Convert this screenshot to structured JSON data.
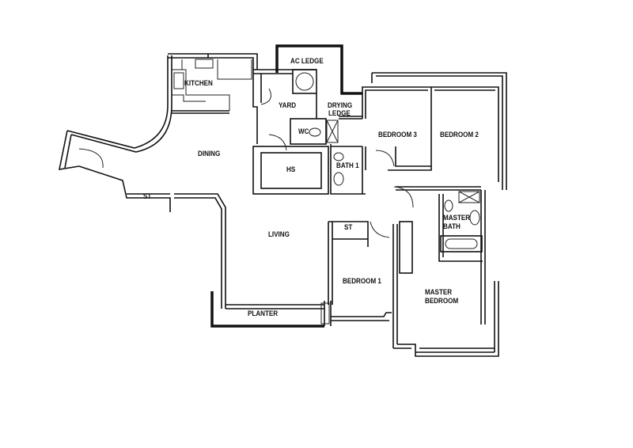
{
  "plan": {
    "rooms": {
      "ac_ledge": "AC LEDGE",
      "kitchen": "KITCHEN",
      "yard": "YARD",
      "drying_ledge_1": "DRYING",
      "drying_ledge_2": "LEDGE",
      "bedroom_3": "BEDROOM 3",
      "bedroom_2": "BEDROOM 2",
      "dining": "DINING",
      "wc": "WC",
      "hs": "HS",
      "bath_1": "BATH 1",
      "st_dining": "ST",
      "master_bath_1": "MASTER",
      "master_bath_2": "BATH",
      "living": "LIVING",
      "st_bedroom": "ST",
      "bedroom_1": "BEDROOM 1",
      "master_bedroom_1": "MASTER",
      "master_bedroom_2": "BEDROOM",
      "planter": "PLANTER"
    }
  }
}
